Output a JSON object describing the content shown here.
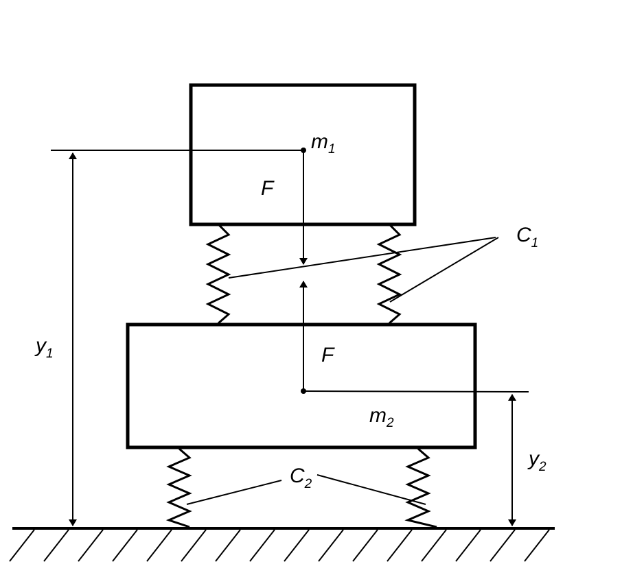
{
  "labels": {
    "m1": {
      "main": "m",
      "sub": "1"
    },
    "m2": {
      "main": "m",
      "sub": "2"
    },
    "F_top": "F",
    "F_bottom": "F",
    "c1": {
      "main": "C",
      "sub": "1"
    },
    "c2": {
      "main": "C",
      "sub": "2"
    },
    "y1": {
      "main": "y",
      "sub": "1"
    },
    "y2": {
      "main": "y",
      "sub": "2"
    }
  }
}
